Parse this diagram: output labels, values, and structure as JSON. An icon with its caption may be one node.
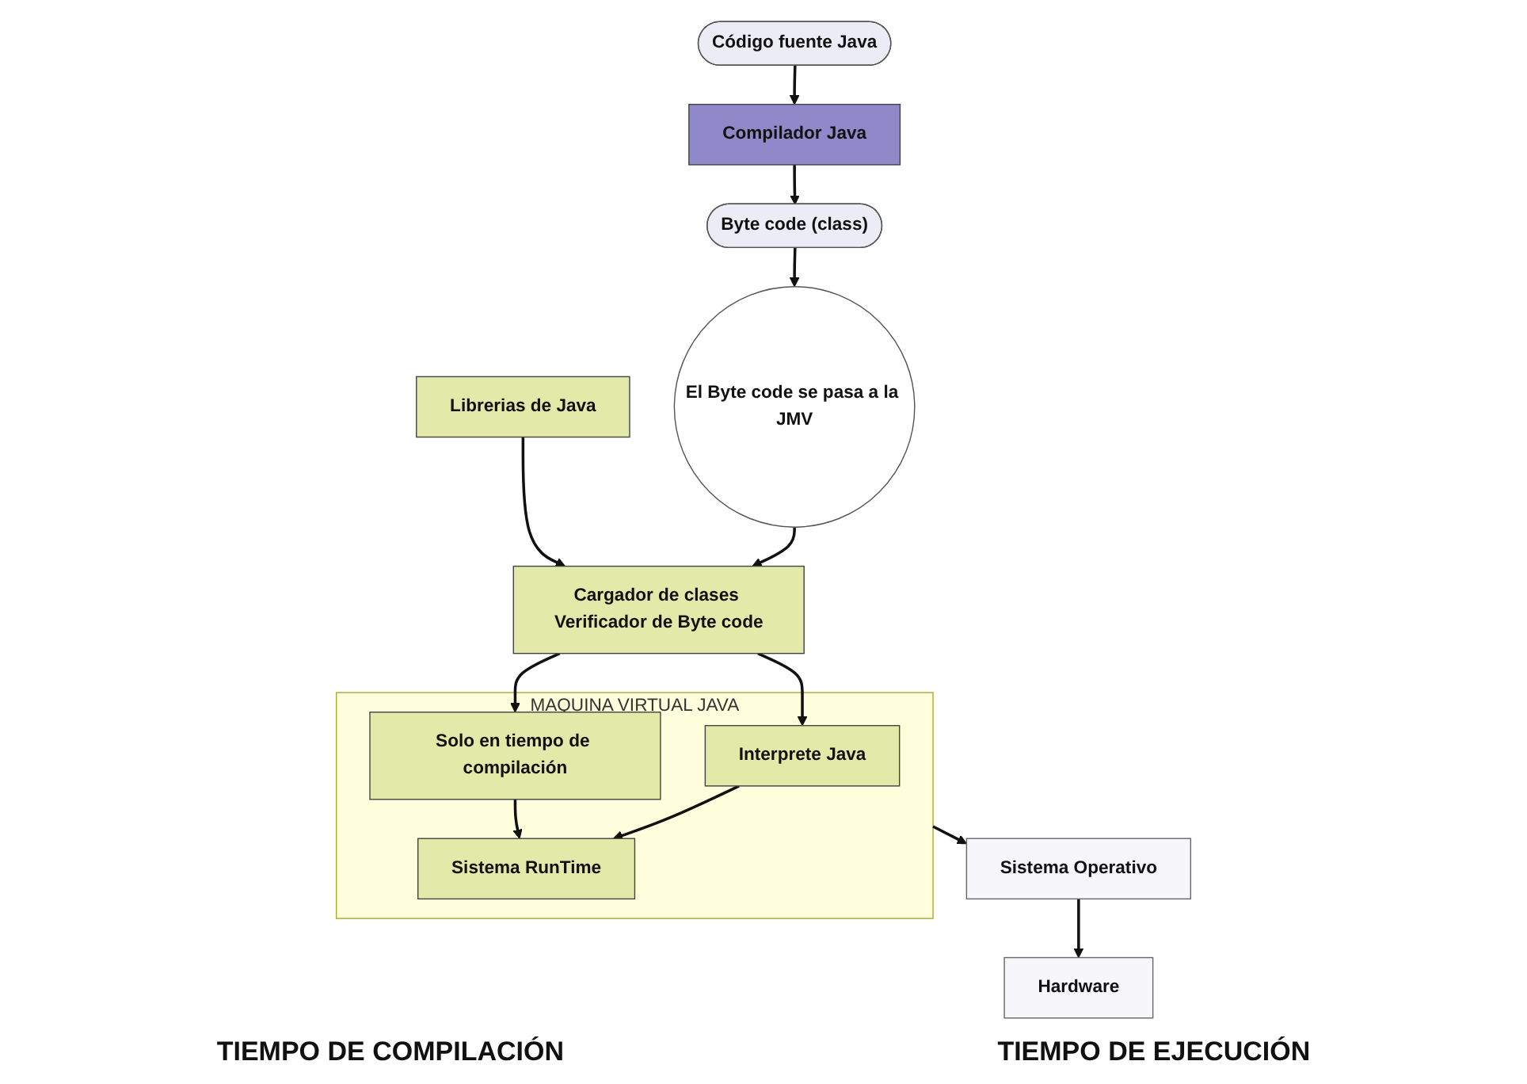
{
  "diagram": {
    "nodes": [
      {
        "text": [
          "Código fuente Java"
        ]
      },
      {
        "text": [
          "Compilador Java"
        ]
      },
      {
        "text": [
          "Byte code (class)"
        ]
      },
      {
        "text": [
          "El Byte code se pasa a la JMV"
        ]
      },
      {
        "text": [
          "Cargador de clases Verificador de Byte code"
        ]
      },
      {
        "text": [
          "Librerias de Java"
        ]
      },
      {
        "text": [
          "MAQUINA VIRTUAL JAVA"
        ]
      },
      {
        "text": [
          "Interprete Java"
        ],
        "in": 6
      },
      {
        "text": [
          "Solo en tiempo de compilación"
        ],
        "in": 6
      },
      {
        "text": [
          "Sistema RunTime"
        ],
        "in": 6
      },
      {
        "text": [
          "Sistema Operativo"
        ]
      },
      {
        "text": [
          "Hardware"
        ]
      }
    ],
    "edges": [
      {
        "from": 0,
        "to": 1,
        "arrow": "to"
      },
      {
        "from": 1,
        "to": 2,
        "arrow": "to"
      },
      {
        "from": 2,
        "to": 3,
        "arrow": "to"
      },
      {
        "from": 3,
        "to": 4,
        "arrow": "to"
      },
      {
        "from": 5,
        "to": 4,
        "arrow": "to"
      },
      {
        "from": 4,
        "to": 7,
        "arrow": "to"
      },
      {
        "from": 4,
        "to": 8,
        "arrow": "to"
      },
      {
        "from": 7,
        "to": 9,
        "arrow": "to"
      },
      {
        "from": 8,
        "to": 9,
        "arrow": "to"
      },
      {
        "from": 6,
        "to": 10,
        "arrow": "to"
      },
      {
        "from": 10,
        "to": 11,
        "arrow": "to"
      }
    ],
    "labels": [
      "TIEMPO DE COMPILACIÓN",
      "TIEMPO DE EJECUCIÓN"
    ]
  }
}
